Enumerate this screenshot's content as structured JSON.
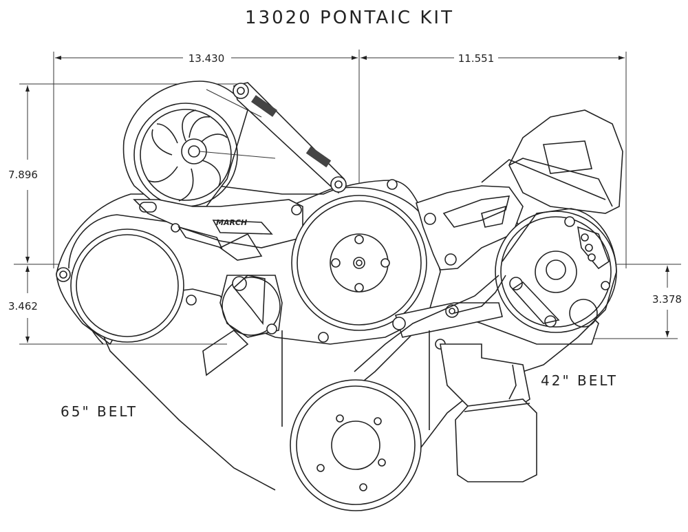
{
  "title": "13020 PONTAIC KIT",
  "dimensions": {
    "top_left": "13.430",
    "top_right": "11.551",
    "left_upper": "7.896",
    "left_lower": "3.462",
    "right_lower": "3.378"
  },
  "belts": {
    "long_belt": "65\" BELT",
    "short_belt": "42\" BELT"
  },
  "bracket_brand": "MARCH"
}
